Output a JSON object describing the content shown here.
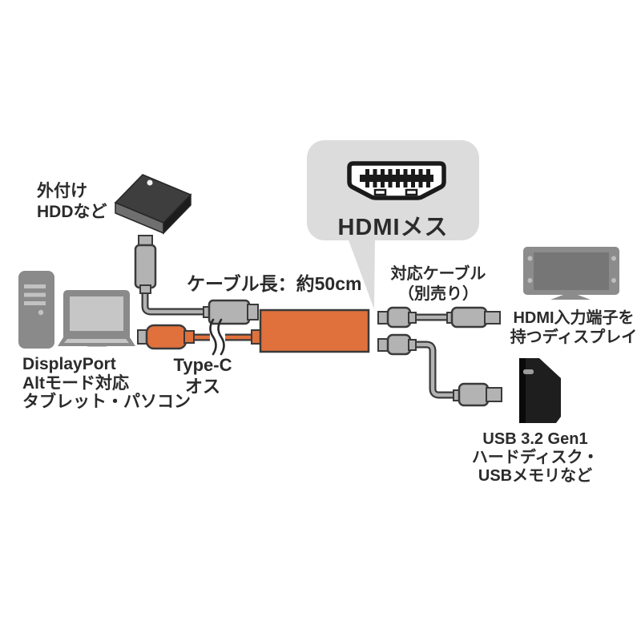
{
  "diagram": {
    "title": "USB Type-C to HDMI adapter connection diagram",
    "colors": {
      "accent_orange": "#E0713C",
      "callout_bubble_gray": "#DCDCDC",
      "device_gray": "#8A8A8A",
      "connector_gray": "#B3B3B3",
      "outline_dark": "#3A3A3A",
      "text": "#2B2B2B",
      "background": "#FFFFFF"
    },
    "callout": {
      "label": "HDMIメス",
      "icon": "hdmi-female-port-icon"
    },
    "labels": {
      "external_hdd": {
        "line1": "外付け",
        "line2": "HDDなど"
      },
      "cable_length": "ケーブル長：約50cm",
      "typec": {
        "line1": "Type-C",
        "line2": "オス"
      },
      "source_device": {
        "line1": "DisplayPort",
        "line2": "Altモード対応",
        "line3": "タブレット・パソコン"
      },
      "compatible_cable": {
        "line1": "対応ケーブル",
        "line2": "（別売り）"
      },
      "display_device": {
        "line1": "HDMI入力端子を",
        "line2": "持つディスプレイ"
      },
      "usb_device": {
        "line1": "USB 3.2 Gen1",
        "line2": "ハードディスク・",
        "line3": "USBメモリなど"
      }
    },
    "icons": {
      "hdmi-female-port-icon": "hdmi female port front view",
      "external-hdd-icon": "external hdd 3d box",
      "tower-pc-icon": "desktop tower",
      "laptop-icon": "laptop",
      "usb-connector-icon": "usb plug",
      "typec-plug-icon": "type-c plug orange",
      "adapter-body-icon": "orange adapter body",
      "cable-break-icon": "cable length break squiggle",
      "display-icon": "tv display",
      "usb-drive-icon": "vertical external drive"
    }
  }
}
